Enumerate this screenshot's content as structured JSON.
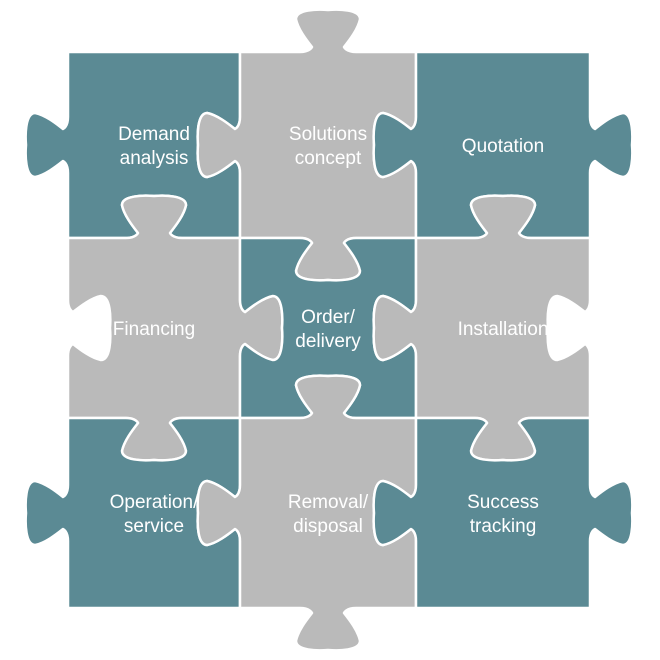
{
  "colors": {
    "teal": "#5b8a94",
    "gray": "#bababa",
    "text": "#ffffff"
  },
  "pieces": [
    {
      "id": "demand-analysis",
      "color": "teal",
      "lines": [
        "Demand",
        "analysis"
      ]
    },
    {
      "id": "solutions-concept",
      "color": "gray",
      "lines": [
        "Solutions",
        "concept"
      ]
    },
    {
      "id": "quotation",
      "color": "teal",
      "lines": [
        "Quotation"
      ]
    },
    {
      "id": "financing",
      "color": "gray",
      "lines": [
        "Financing"
      ]
    },
    {
      "id": "order-delivery",
      "color": "teal",
      "lines": [
        "Order/",
        "delivery"
      ]
    },
    {
      "id": "installation",
      "color": "gray",
      "lines": [
        "Installation"
      ]
    },
    {
      "id": "operation-service",
      "color": "teal",
      "lines": [
        "Operation/",
        "service"
      ]
    },
    {
      "id": "removal-disposal",
      "color": "gray",
      "lines": [
        "Removal/",
        "disposal"
      ]
    },
    {
      "id": "success-tracking",
      "color": "teal",
      "lines": [
        "Success",
        "tracking"
      ]
    }
  ]
}
